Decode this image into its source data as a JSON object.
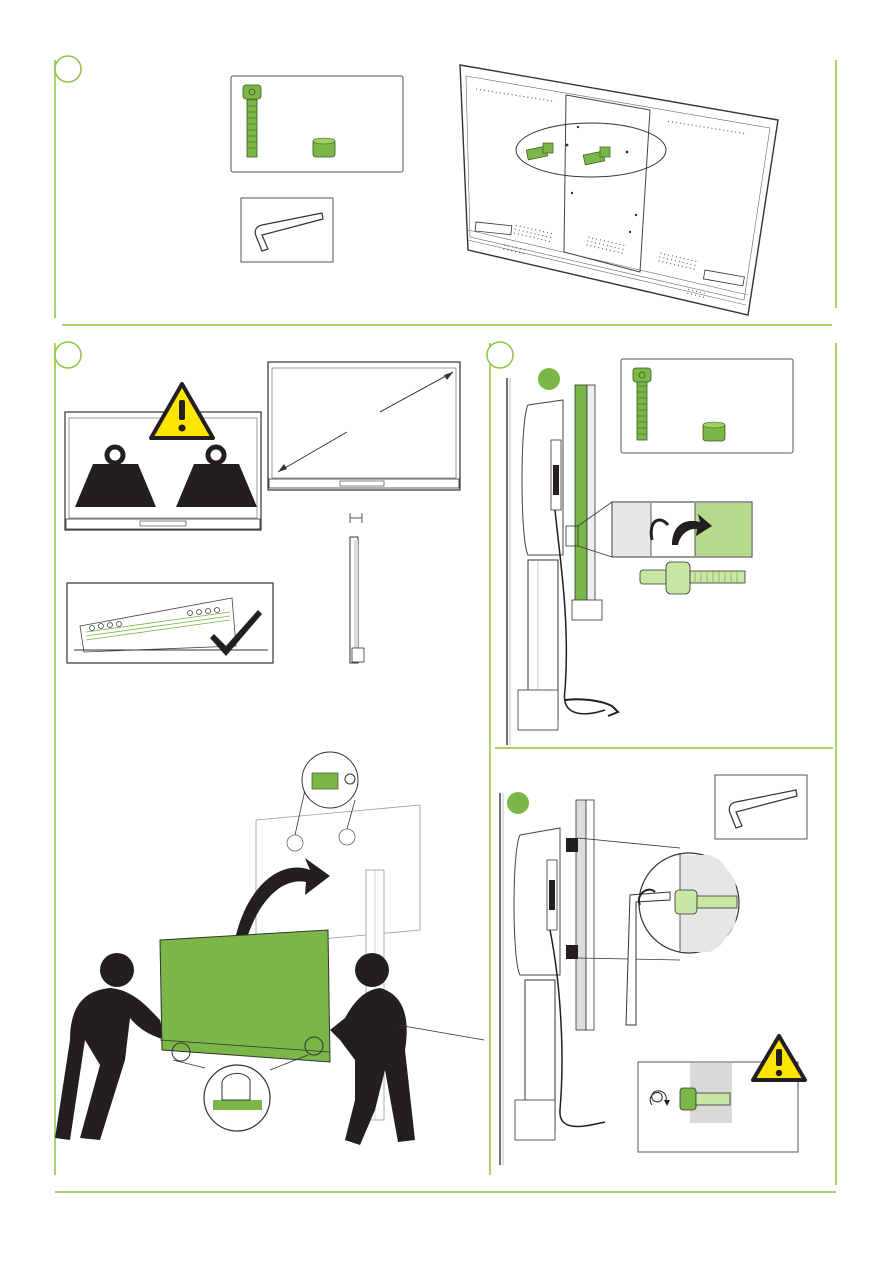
{
  "page": {
    "title": "",
    "accent_color": "#7ab648",
    "line_color": "#8cc63f",
    "ink_color": "#231f20",
    "warning_color": "#ffe600"
  },
  "steps": [
    {
      "id": "step-a",
      "number": "",
      "parts": [
        "bolt-icon",
        "spacer-icon",
        "hex-key-icon"
      ]
    },
    {
      "id": "step-b",
      "number": "",
      "parts": [
        "warning-icon",
        "weight-icon",
        "display-icon",
        "two-person-lift"
      ]
    },
    {
      "id": "step-c",
      "number": "",
      "parts": [
        "bolt-icon",
        "spacer-icon"
      ]
    },
    {
      "id": "step-d",
      "number": "",
      "parts": [
        "hex-key-icon",
        "warning-icon"
      ]
    }
  ],
  "icons": {
    "warning": "exclamation-triangle-icon",
    "check": "checkmark-icon",
    "weight": "weight-icon",
    "bolt": "bolt-icon",
    "spacer": "spacer-icon",
    "hexkey": "hex-key-icon"
  }
}
